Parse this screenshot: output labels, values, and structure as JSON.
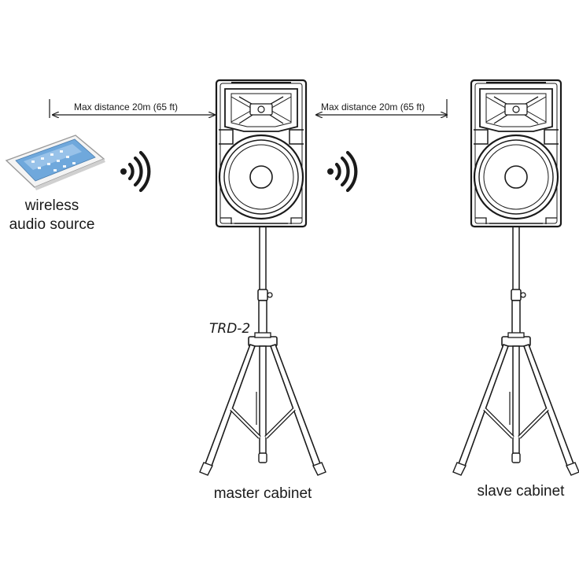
{
  "labels": {
    "source_line1": "wireless",
    "source_line2": "audio source",
    "distance_left": "Max distance 20m (65 ft)",
    "distance_right": "Max distance 20m (65 ft)",
    "stand_model": "TRD-2",
    "master": "master cabinet",
    "slave": "slave cabinet"
  },
  "icons": {
    "source": "tablet-icon",
    "signal": "wireless-signal-icon",
    "cabinet": "speaker-cabinet-icon",
    "stand": "tripod-stand-icon"
  },
  "colors": {
    "line": "#1a1a1a",
    "tablet_screen": "#6fa8dc",
    "speaker_fill": "#ffffff"
  }
}
